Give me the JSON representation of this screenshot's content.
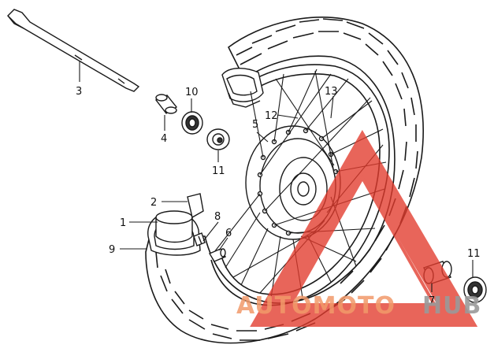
{
  "diagram": {
    "labels": {
      "axle": "3",
      "spacer": "4",
      "bearing_left": "10",
      "bearing_retainer": "11",
      "hub": "5",
      "spoke_outer": "12",
      "spoke_inner": "13",
      "tube": "1",
      "rim_band": "2",
      "valve_nut": "8",
      "valve_cap": "6",
      "tire": "9",
      "axle_sleeve": "7",
      "bearing_right": "11"
    },
    "watermark": {
      "part1": "AUTOMOTO",
      "part2": "HUB"
    },
    "colors": {
      "line": "#1a1a1a",
      "watermark_red": "#e23a2c",
      "watermark_orange": "#f29a6a",
      "watermark_gray": "#9a9a9a"
    }
  }
}
